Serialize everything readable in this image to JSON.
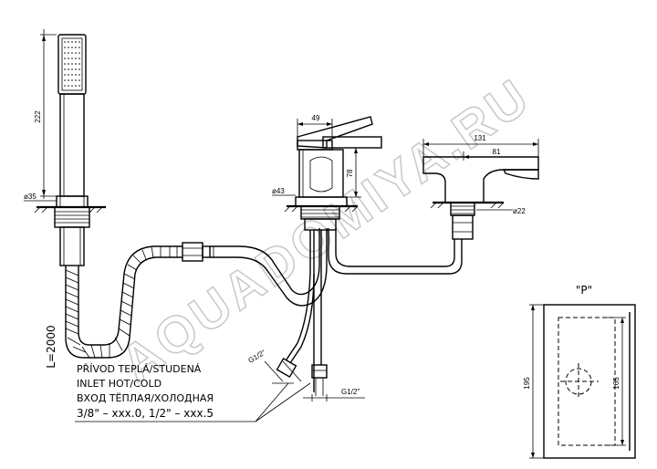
{
  "watermark": "AQUADOMIYA.RU",
  "dimensions": {
    "shower_length": "222",
    "shower_base": "ø35",
    "hose_length": "L=2000",
    "mixer_width": "49",
    "mixer_height": "78",
    "mixer_base": "ø43",
    "spout_length": "131",
    "spout_inner": "81",
    "spout_base": "ø22",
    "thread_left": "G1/2\"",
    "thread_right": "G1/2\""
  },
  "inlet_label": {
    "line1": "PŘÍVOD TEPLÁ/STUDENÁ",
    "line2": "INLET HOT/COLD",
    "line3": "ВХОД ТЁПЛАЯ/ХОЛОДНАЯ",
    "line4": "3/8\" – xxx.0, 1/2\" – xxx.5"
  },
  "detail_p": {
    "title": "\"P\"",
    "height_outer": "195",
    "height_inner": "165"
  }
}
